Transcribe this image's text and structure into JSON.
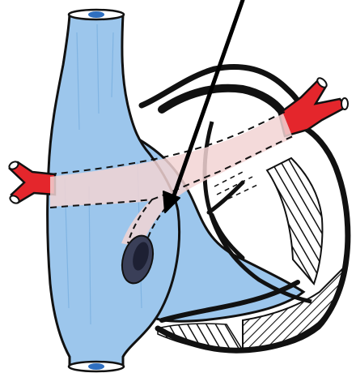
{
  "diagram": {
    "labels": [],
    "colors": {
      "vein_blue": "#9cc6ec",
      "vein_blue_dark": "#6ea8dc",
      "vein_cap": "#2f6fc0",
      "artery_red": "#e4262c",
      "artery_red_dark": "#b81418",
      "pink_tube": "#f2d3d3",
      "outline": "#111111",
      "background": "#ffffff"
    },
    "parts": [
      {
        "name": "vena-cava",
        "icon": "vein-tube-icon"
      },
      {
        "name": "right-atrium",
        "icon": "heart-chamber-icon"
      },
      {
        "name": "left-pulmonary-artery",
        "icon": "artery-branch-icon"
      },
      {
        "name": "right-pulmonary-artery",
        "icon": "artery-branch-icon"
      },
      {
        "name": "conduit-tube",
        "icon": "tube-icon"
      },
      {
        "name": "pointer-arrow",
        "icon": "arrow-icon"
      }
    ]
  }
}
